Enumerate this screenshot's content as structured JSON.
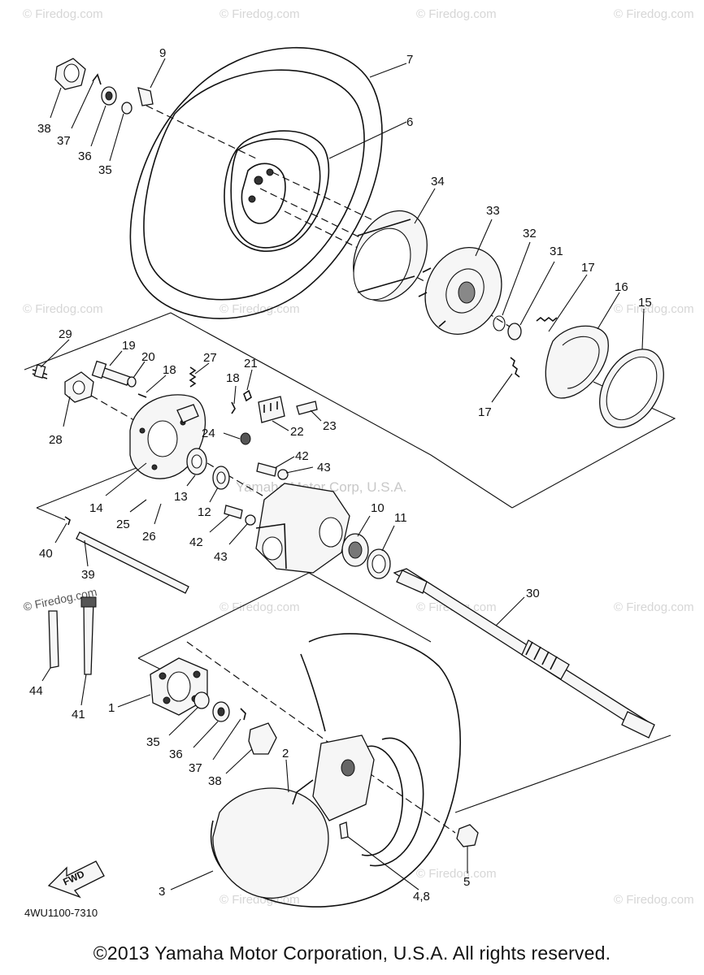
{
  "diagram": {
    "watermark": "© Firedog.com",
    "watermark_center": "Yamaha Motor Corp, U.S.A.",
    "part_code": "4WU1100-7310",
    "copyright": "©2013 Yamaha Motor Corporation, U.S.A. All rights reserved.",
    "fwd": "FWD",
    "callouts": [
      "1",
      "2",
      "3",
      "4,8",
      "5",
      "6",
      "7",
      "9",
      "10",
      "11",
      "12",
      "13",
      "14",
      "15",
      "16",
      "17",
      "17",
      "18",
      "18",
      "19",
      "20",
      "21",
      "22",
      "23",
      "24",
      "25",
      "26",
      "27",
      "28",
      "29",
      "30",
      "31",
      "32",
      "33",
      "34",
      "35",
      "35",
      "36",
      "36",
      "37",
      "37",
      "38",
      "38",
      "39",
      "40",
      "41",
      "42",
      "42",
      "43",
      "43",
      "44"
    ]
  }
}
